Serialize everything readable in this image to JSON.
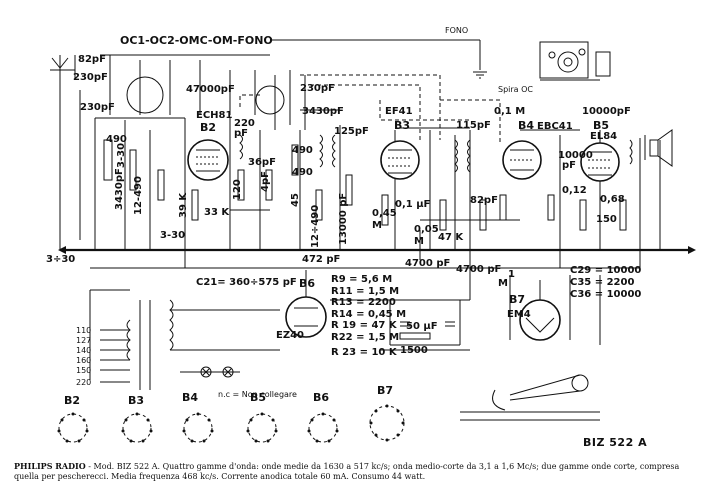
{
  "title": {
    "bands": "OC1-OC2-OMC-OM-FONO",
    "fono": "FONO",
    "model": "BIZ 522 A"
  },
  "tubes": [
    {
      "ref": "B2",
      "type": "ECH81"
    },
    {
      "ref": "B3",
      "type": "EF41"
    },
    {
      "ref": "B4",
      "type": "EBC41"
    },
    {
      "ref": "B5",
      "type": "EL84"
    },
    {
      "ref": "B6",
      "type": "EZ40"
    },
    {
      "ref": "B7",
      "type": "EM4"
    }
  ],
  "components": {
    "c_82": "82pF",
    "c_47000": "47000pF",
    "c_230a": "230pF",
    "c_230b": "230pF",
    "c_3430a": "3430pF",
    "c_220": "220",
    "c_pf": "pF",
    "c_490a": "490",
    "c_490b": "490",
    "c_490c": "490",
    "c_125": "125pF",
    "c_115": "115pF",
    "r_01m": "0,1 M",
    "c_10000a": "10000pF",
    "c_10000b": "10000",
    "c_12_490": "12-490",
    "c_3430b": "3430pF",
    "c_3_30a": "3-30",
    "c_3_30b": "3-30",
    "c_3_30c": "3÷30",
    "c_36": "36pF",
    "c_4": "4pF",
    "c_45": "45",
    "r_33k": "33 K",
    "r_39k": "39 K",
    "r_120": "120",
    "c_472": "472 pF",
    "c_13000": "13000 pF",
    "c_12_490b": "12÷490",
    "c_01uf": "0,1 µF",
    "r_045": "0,45",
    "r_m": "M",
    "r_005": "0,05",
    "r_47k": "47 K",
    "c_4700a": "4700 pF",
    "c_4700b": "4700 pF",
    "c_82b": "82pF",
    "r_012": "0,12",
    "r_068": "0,68",
    "r_150": "150",
    "r_1m": "1",
    "c_50uf": "50 µF",
    "c21": "C21= 360÷575 pF",
    "r9": "R9 = 5,6 M",
    "r11": "R11 = 1,5 M",
    "r13": "R13 = 2200",
    "r14": "R14 = 0,45 M",
    "r19": "R 19 = 47 K",
    "r22": "R22 = 1,5 M",
    "r23": "R 23 = 10 K",
    "r_1500": "1500",
    "c29": "C29 = 10000",
    "c35": "C35 = 2200",
    "c36": "C36 = 10000",
    "pf": "pF",
    "spira": "Spira OC",
    "nc": "n.c = Non collegare"
  },
  "mains": [
    "110",
    "127",
    "140",
    "160",
    "150",
    "220"
  ],
  "sockets": [
    "B2",
    "B3",
    "B4",
    "B5",
    "B6",
    "B7"
  ],
  "caption": {
    "brand": "PHILIPS RADIO",
    "text": " - Mod. BIZ 522 A. Quattro gamme d'onda: onde medie da 1630 a 517 kc/s; onda medio-corte da 3,1 a 1,6 Mc/s; due gamme onde corte, compresa quella per pescherecci. Media frequenza 468 kc/s. Corrente anodica totale 60 mA. Consumo 44 watt."
  }
}
